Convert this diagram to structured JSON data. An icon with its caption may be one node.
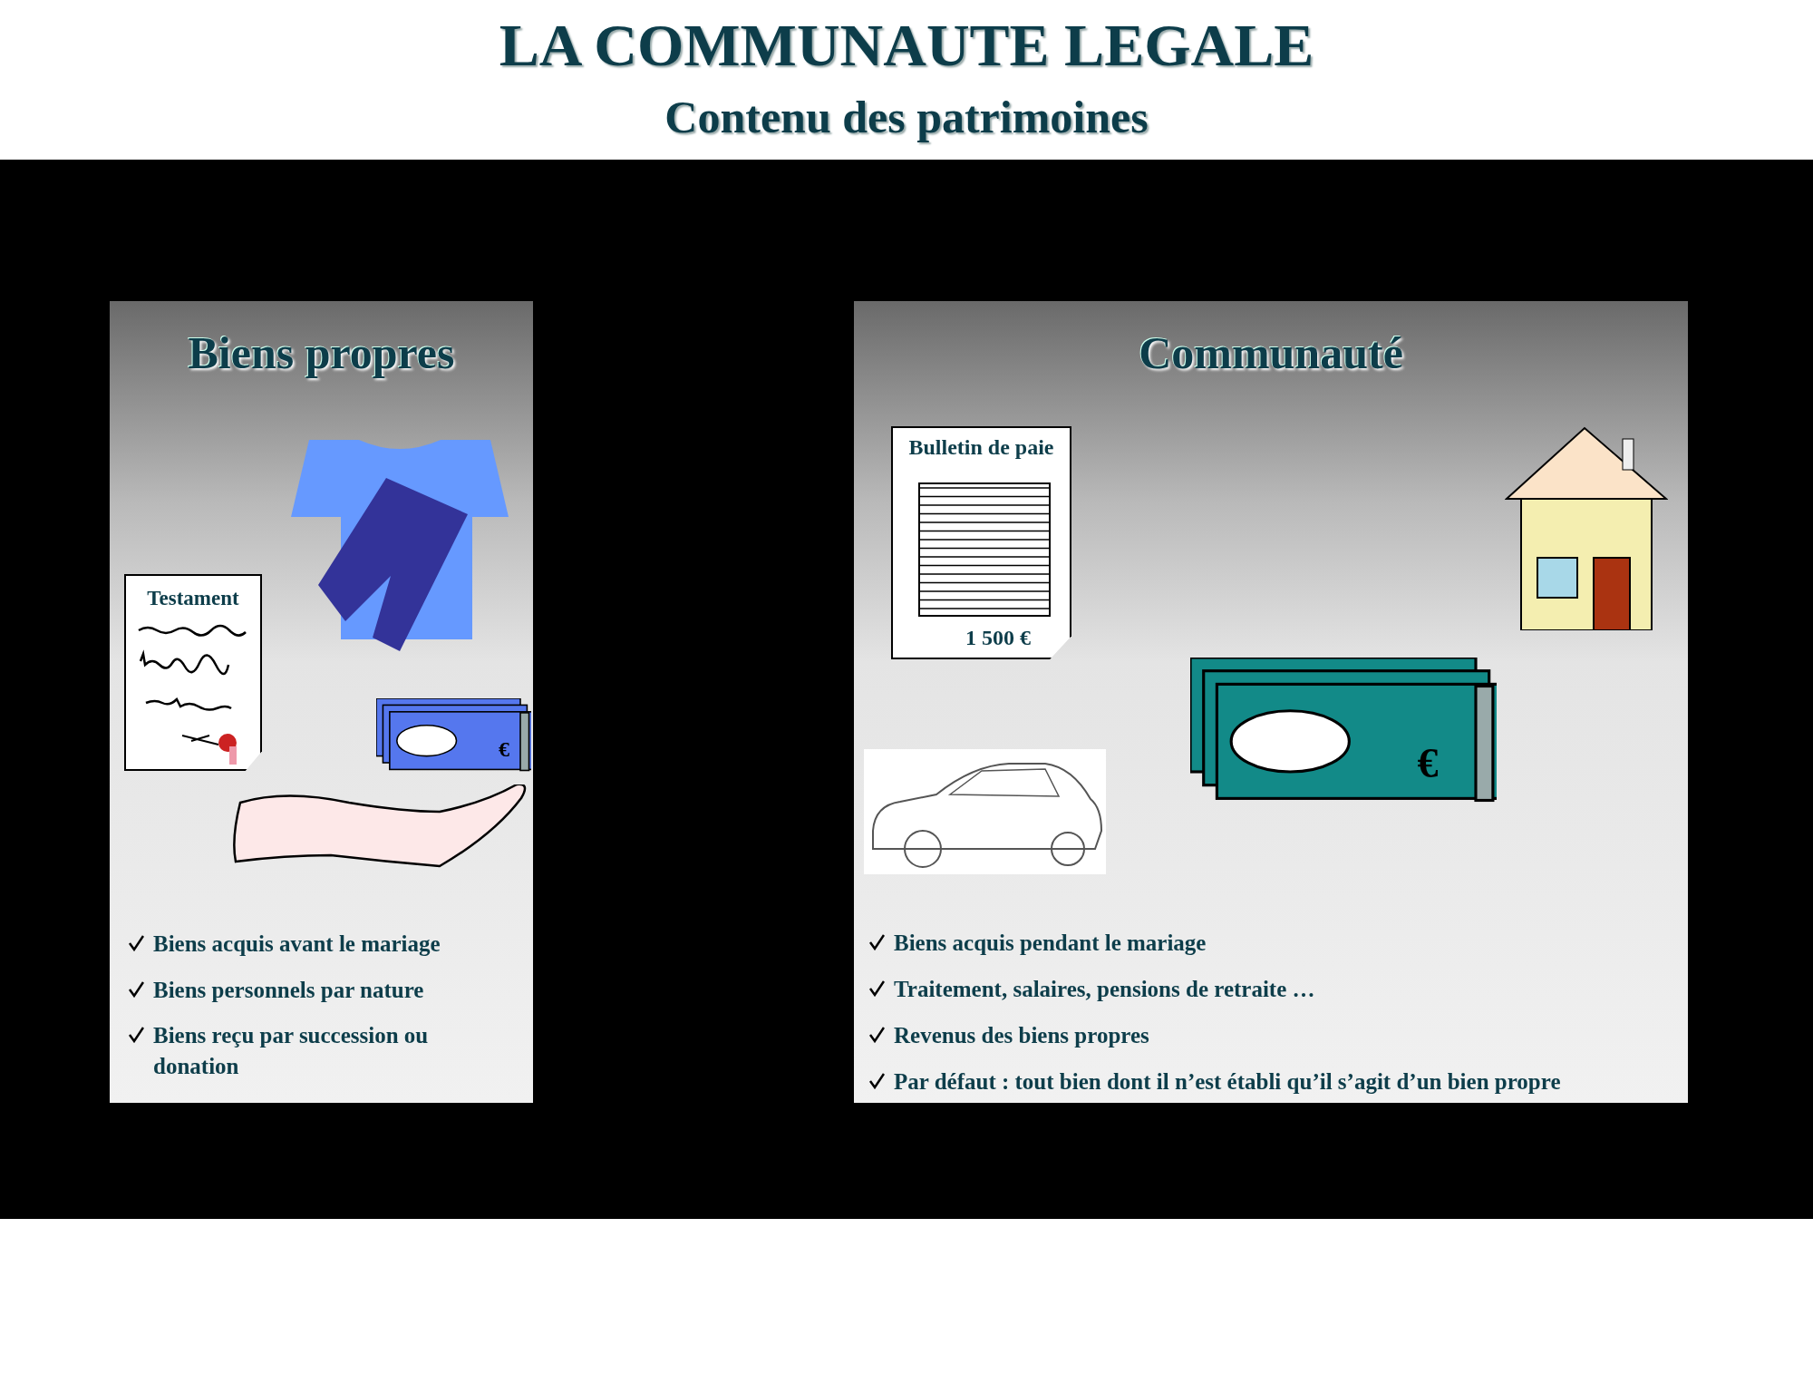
{
  "diagram": {
    "title": "LA COMMUNAUTE LEGALE",
    "nodes": [
      {
        "text": [
          "Biens propres",
          "Biens acquis avant le mariage",
          "Biens personnels par nature",
          "Biens reçu par succession ou donation"
        ]
      },
      {
        "text": [
          "Testament"
        ],
        "in": 0
      },
      {
        "text": [
          "Communauté",
          "Biens acquis pendant le mariage",
          "Traitement, salaires, pensions de retraite …",
          "Revenus des biens propres",
          "Par défaut : tout bien dont il n’est établi qu’il s’agit d’un bien propre"
        ]
      },
      {
        "text": [
          "Bulletin de paie",
          "1 500 €"
        ],
        "in": 2
      }
    ],
    "labels": [
      "Contenu des patrimoines",
      "€",
      "€"
    ]
  }
}
